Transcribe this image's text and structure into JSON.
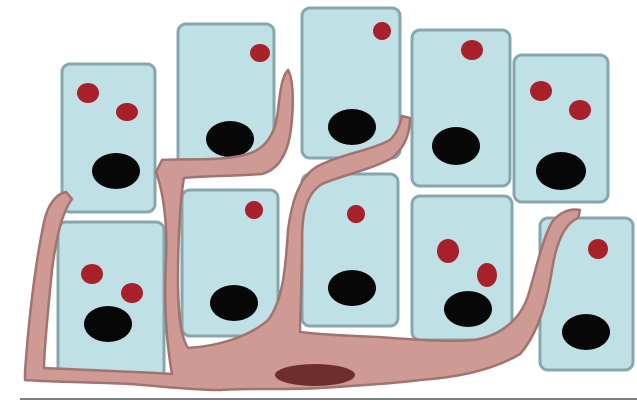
{
  "diagram": {
    "colors": {
      "cell_fill": "#bfe0e4",
      "cell_stroke": "#86a7ab",
      "granule": "#a8202a",
      "nucleus": "#070707",
      "process_fill": "#cf9a94",
      "process_stroke": "#a07470",
      "process_nucleus": "#6e2e2c",
      "baseline": "#555555"
    },
    "cells": [
      {
        "id": "upper-1",
        "granules": 2
      },
      {
        "id": "upper-2",
        "granules": 1
      },
      {
        "id": "upper-3",
        "granules": 1
      },
      {
        "id": "upper-4",
        "granules": 1
      },
      {
        "id": "upper-5",
        "granules": 2
      },
      {
        "id": "lower-1",
        "granules": 2
      },
      {
        "id": "lower-2",
        "granules": 1
      },
      {
        "id": "lower-3",
        "granules": 1
      },
      {
        "id": "lower-4",
        "granules": 2
      },
      {
        "id": "lower-5",
        "granules": 1
      }
    ],
    "branched_cell": {
      "icon": "dendritic-process-cell",
      "nucleus": "oval"
    }
  }
}
